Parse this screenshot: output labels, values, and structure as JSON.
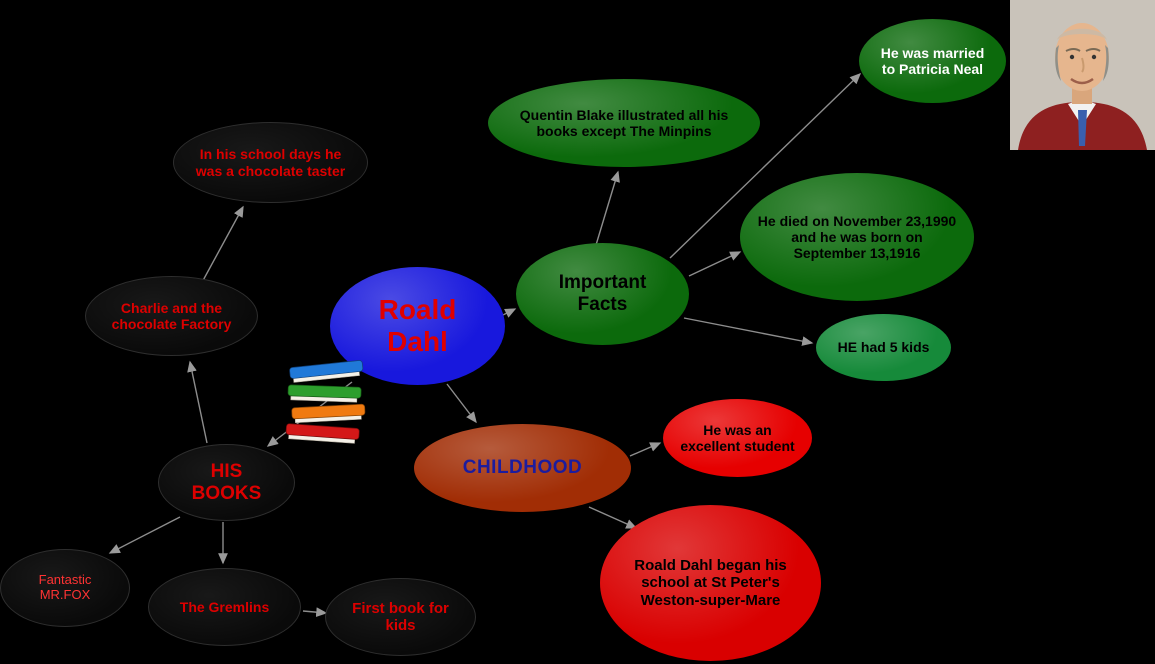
{
  "title": "Roald Dahl mind map",
  "colors": {
    "background": "#000000",
    "arrow": "#8d8d8d",
    "blue_node": "#1818dd",
    "green_node": "#0c6a0c",
    "light_green_node": "#168a3a",
    "brick_node": "#a12d05",
    "red_node": "#e00000",
    "black_node": "#0a0a0a",
    "red_text": "#e00000"
  },
  "nodes": {
    "roald_dahl": {
      "label": "Roald Dahl",
      "fill": "#1818dd",
      "text_color": "#e00000"
    },
    "chocolate_taster": {
      "label": "In his school days he was a chocolate taster",
      "fill": "#0a0a0a",
      "text_color": "#dd0000"
    },
    "charlie_factory": {
      "label": "Charlie and the chocolate Factory",
      "fill": "#0a0a0a",
      "text_color": "#dd0000"
    },
    "his_books": {
      "label": "HIS BOOKS",
      "fill": "#0a0a0a",
      "text_color": "#dd0000"
    },
    "fantastic_mr_fox": {
      "label": "Fantastic MR.FOX",
      "fill": "#0a0a0a",
      "text_color": "#ff3333"
    },
    "the_gremlins": {
      "label": "The Gremlins",
      "fill": "#0a0a0a",
      "text_color": "#dd0000"
    },
    "first_book_for_kids": {
      "label": "First book for kids",
      "fill": "#0a0a0a",
      "text_color": "#dd0000"
    },
    "quentin_blake": {
      "label": "Quentin Blake illustrated all his books except The  Minpins",
      "fill": "#0c6a0c",
      "text_color": "#000000"
    },
    "important_facts": {
      "label": "Important Facts",
      "fill": "#0c6a0c",
      "text_color": "#000000"
    },
    "married_patricia": {
      "label": "He was married to Patricia Neal",
      "fill": "#0c6a0c",
      "text_color": "#ffffff"
    },
    "died_born": {
      "label": "He died on November 23,1990 and he was born on September 13,1916",
      "fill": "#0c6a0c",
      "text_color": "#000000"
    },
    "five_kids": {
      "label": "HE had 5 kids",
      "fill": "#168a3a",
      "text_color": "#000000"
    },
    "childhood": {
      "label": "CHILDHOOD",
      "fill": "#a12d05",
      "text_color": "#1c1c9e"
    },
    "excellent_student": {
      "label": "He was an excellent student",
      "fill": "#e60000",
      "text_color": "#000000"
    },
    "school_st_peters": {
      "label": "Roald Dahl began his school at St Peter's Weston-super-Mare",
      "fill": "#d90000",
      "text_color": "#000000"
    }
  },
  "edges": [
    {
      "from": "roald_dahl",
      "to": "important_facts"
    },
    {
      "from": "roald_dahl",
      "to": "childhood"
    },
    {
      "from": "roald_dahl",
      "to": "his_books"
    },
    {
      "from": "his_books",
      "to": "charlie_factory"
    },
    {
      "from": "charlie_factory",
      "to": "chocolate_taster"
    },
    {
      "from": "his_books",
      "to": "fantastic_mr_fox"
    },
    {
      "from": "his_books",
      "to": "the_gremlins"
    },
    {
      "from": "the_gremlins",
      "to": "first_book_for_kids"
    },
    {
      "from": "important_facts",
      "to": "quentin_blake"
    },
    {
      "from": "important_facts",
      "to": "married_patricia"
    },
    {
      "from": "important_facts",
      "to": "died_born"
    },
    {
      "from": "important_facts",
      "to": "five_kids"
    },
    {
      "from": "childhood",
      "to": "excellent_student"
    },
    {
      "from": "childhood",
      "to": "school_st_peters"
    }
  ],
  "icons": {
    "books_stack": "stack of four books (blue, green, orange, red)",
    "portrait": "photo of Roald Dahl"
  }
}
